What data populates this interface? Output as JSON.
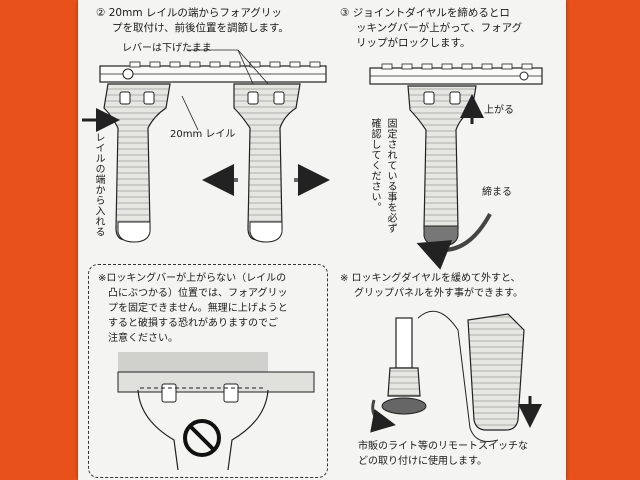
{
  "step2": {
    "heading_line1": "② 20mm レイルの端からフォアグリッ",
    "heading_line2": "プを取付け、前後位置を調節します。",
    "lever_label": "レバーは下げたまま",
    "rail_label": "20mm レイル",
    "insert_label": "レイルの端から入れる"
  },
  "step3": {
    "heading_line1": "③ ジョイントダイヤルを締めるとロ",
    "heading_line2": "ッキングバーが上がって、フォアグ",
    "heading_line3": "リップがロックします。",
    "rise_label": "上がる",
    "tighten_label": "締まる",
    "confirm_col1": "確認してください。",
    "confirm_col2": "固定されている事を必ず"
  },
  "warning": {
    "line1": "※ロッキングバーが上がらない（レイルの",
    "line2": "凸にぶつかる）位置では、フォアグリッ",
    "line3": "プを固定できません。無理に上げようと",
    "line4": "すると破損する恐れがありますのでご",
    "line5": "注意ください。"
  },
  "note": {
    "line1": "※ ロッキングダイヤルを緩めて外すと、",
    "line2": "グリップパネルを外す事ができます。",
    "footer_line1": "市販のライト等のリモートスイッチな",
    "footer_line2": "どの取り付けに使用します。"
  },
  "colors": {
    "background": "#e8521a",
    "paper": "#f4f4f2",
    "ink": "#1a1a1a"
  }
}
